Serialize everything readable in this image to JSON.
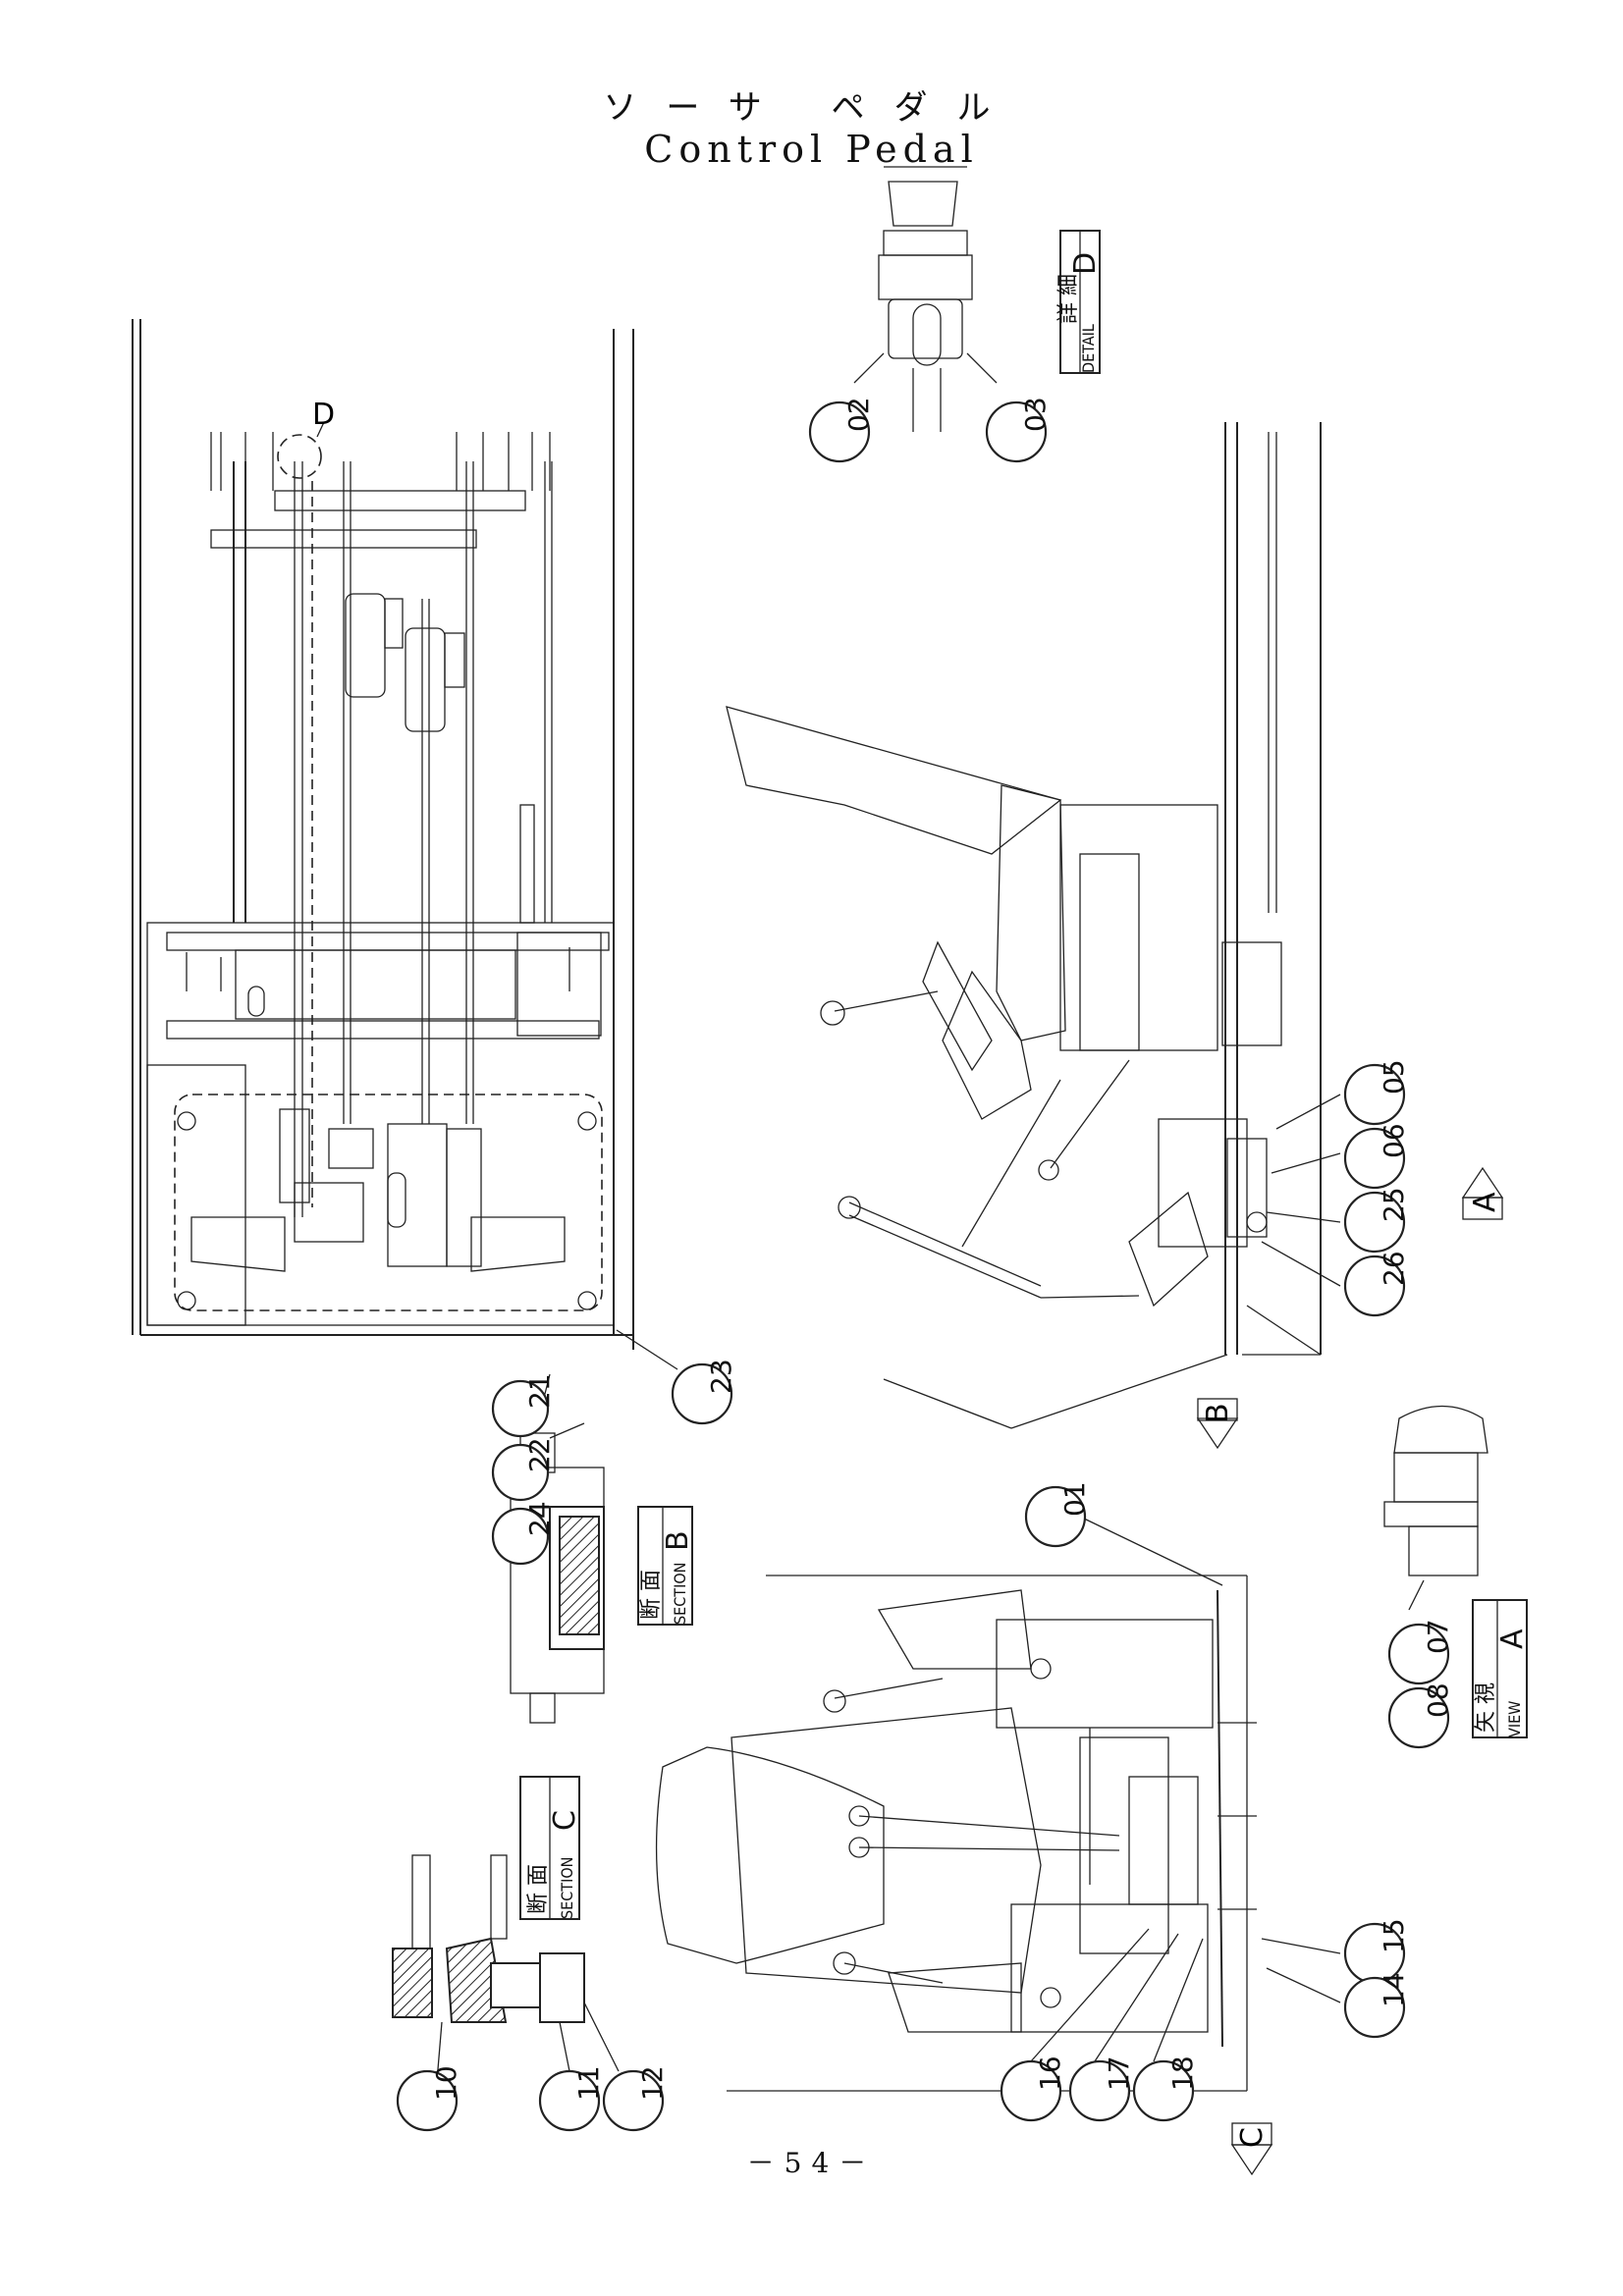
{
  "title": {
    "japanese": "ソーサ ペダル",
    "english": "Control Pedal"
  },
  "page_number": "－54－",
  "views": {
    "detail_d": {
      "jp": "詳 細",
      "en": "DETAIL",
      "letter": "D"
    },
    "section_b": {
      "jp": "断 面",
      "en": "SECTION",
      "letter": "B"
    },
    "section_c": {
      "jp": "断 面",
      "en": "SECTION",
      "letter": "C"
    },
    "view_a": {
      "jp": "矢 視",
      "en": "VIEW",
      "letter": "A"
    }
  },
  "view_markers": [
    "A",
    "B",
    "C",
    "D"
  ],
  "callouts": [
    "01",
    "02",
    "03",
    "05",
    "06",
    "07",
    "08",
    "10",
    "11",
    "12",
    "14",
    "15",
    "16",
    "17",
    "18",
    "21",
    "22",
    "23",
    "24",
    "25",
    "26"
  ]
}
